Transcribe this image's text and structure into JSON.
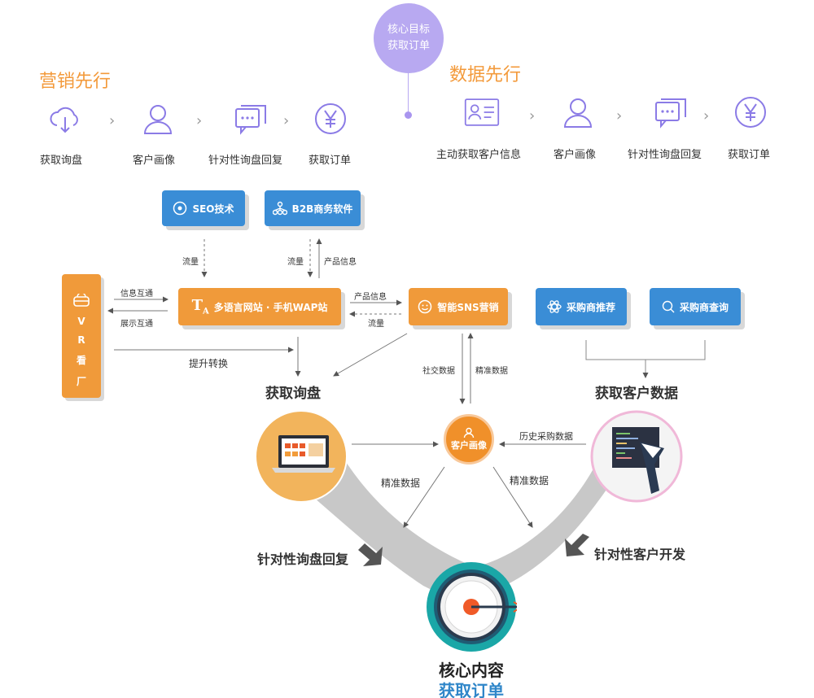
{
  "goal": {
    "line1": "核心目标",
    "line2": "获取订单"
  },
  "marketing": {
    "title": "营销先行",
    "steps": [
      {
        "label": "获取询盘",
        "icon": "cloud-download-icon"
      },
      {
        "label": "客户画像",
        "icon": "user-icon"
      },
      {
        "label": "针对性询盘回复",
        "icon": "chat-icon"
      },
      {
        "label": "获取订单",
        "icon": "yen-icon"
      }
    ]
  },
  "data_first": {
    "title": "数据先行",
    "steps": [
      {
        "label": "主动获取客户信息",
        "icon": "id-card-icon"
      },
      {
        "label": "客户画像",
        "icon": "user-icon"
      },
      {
        "label": "针对性询盘回复",
        "icon": "chat-icon"
      },
      {
        "label": "获取订单",
        "icon": "yen-icon"
      }
    ]
  },
  "boxes": {
    "seo": "SEO技术",
    "b2b": "B2B商务软件",
    "website": "多语言网站 · 手机WAP站",
    "sns": "智能SNS营销",
    "buyer_recommend": "采购商推荐",
    "buyer_query": "采购商查询",
    "vr": [
      "V",
      "R",
      "看",
      "厂"
    ]
  },
  "arrow_labels": {
    "seo_flow": "流量",
    "b2b_flow": "流量",
    "product_info_up": "产品信息",
    "info_exchange": "信息互通",
    "display_exchange": "展示互通",
    "product_info_right": "产品信息",
    "flow_left": "流量",
    "upgrade": "提升转换",
    "social_data": "社交数据",
    "precise_data_top": "精准数据",
    "history_data": "历史采购数据",
    "precise_left": "精准数据",
    "precise_right": "精准数据"
  },
  "hubs": {
    "get_inquiry": "获取询盘",
    "get_customer_data": "获取客户数据",
    "profile_line1": "客户",
    "profile_line2": "画像",
    "reply": "针对性询盘回复",
    "dev": "针对性客户开发"
  },
  "core": {
    "title": "核心内容",
    "sub": "获取订单"
  },
  "colors": {
    "orange": "#f09a3a",
    "blue": "#3a8dd6",
    "purple": "#b8a9f1",
    "teal": "#1aa7a7"
  }
}
